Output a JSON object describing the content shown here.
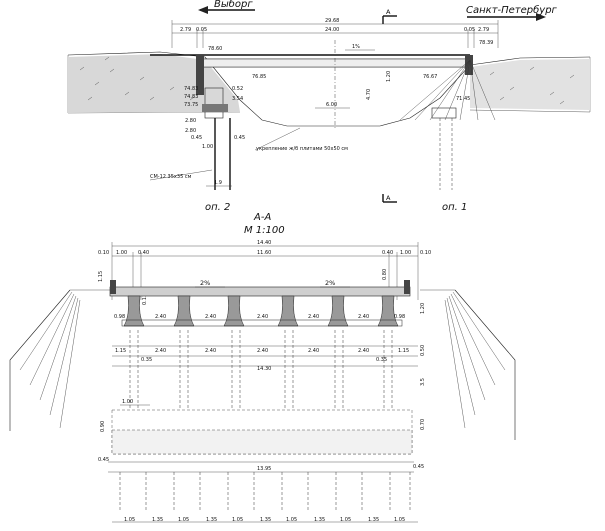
{
  "elevation": {
    "direction_left": "Выборг",
    "direction_right": "Санкт-Петербург",
    "section_mark_top": "А",
    "section_mark_bottom": "А",
    "dim_total": "29.68",
    "dim_left_1": "2.79",
    "dim_left_2": "0.05",
    "dim_mid": "24.00",
    "dim_right_1": "0.05",
    "dim_right_2": "2.79",
    "elev_left_top": "78.60",
    "elev_right_top": "78.39",
    "slope": "1%",
    "elev_left_a": "76.85",
    "elev_right_a": "76.67",
    "dim_vertical_left": "1.20",
    "dim_vertical_mid": "4.70",
    "elev_left_b": "74.83",
    "elev_left_c": "74.83",
    "elev_left_d": "73.75",
    "elev_right_b": "71.45",
    "dim_left_pile_a": "0.52",
    "dim_left_pile_b": "3.54",
    "clear_height": "6.00",
    "dim_pier_1": "2.80",
    "dim_pier_2": "2.80",
    "dim_pier_3": "1.00",
    "dim_pier_4": "0.45",
    "dim_pier_5": "0.45",
    "reinforcement_note": "укрепление ж/б плитами 50x50 см",
    "pile_note": "СМ-12 35x35 см",
    "pile_spacing": "1.9",
    "support_left": "оп. 2",
    "support_right": "оп. 1"
  },
  "section": {
    "title": "А-А",
    "scale": "М 1:100",
    "dim_width_total": "14.40",
    "dim_top_left_1": "1.00",
    "dim_top_left_2": "0.40",
    "dim_top_mid": "11.60",
    "dim_top_right_1": "0.40",
    "dim_top_right_2": "1.00",
    "dim_side_left": "0.10",
    "dim_side_right": "0.10",
    "dim_left_h": "1.15",
    "dim_curb_h": "0.80",
    "dim_rail_h": "0.13",
    "slope_left": "2%",
    "slope_right": "2%",
    "beam_end_left": "0.98",
    "beam_end_right": "0.98",
    "beam_spacing": [
      "2.40",
      "2.40",
      "2.40",
      "2.40",
      "2.40"
    ],
    "beam_depth": "1.20",
    "row2_left": "1.15",
    "row2_spacing": [
      "2.40",
      "2.40",
      "2.40",
      "2.40",
      "2.40"
    ],
    "row2_right": "1.15",
    "cap_left": "0.35",
    "cap_right": "0.35",
    "cap_width": "14.30",
    "cap_h": "0.50",
    "pier_h": "3.5",
    "dim_offset": "1.00",
    "dim_left_v": "0.90",
    "dim_right_v": "0.70",
    "footing_left": "0.45",
    "footing_right": "0.45",
    "footing_width": "13.95",
    "pile_spacing": [
      "1.05",
      "1.35",
      "1.05",
      "1.35",
      "1.05",
      "1.35",
      "1.05",
      "1.35",
      "1.05",
      "1.35",
      "1.05"
    ]
  }
}
